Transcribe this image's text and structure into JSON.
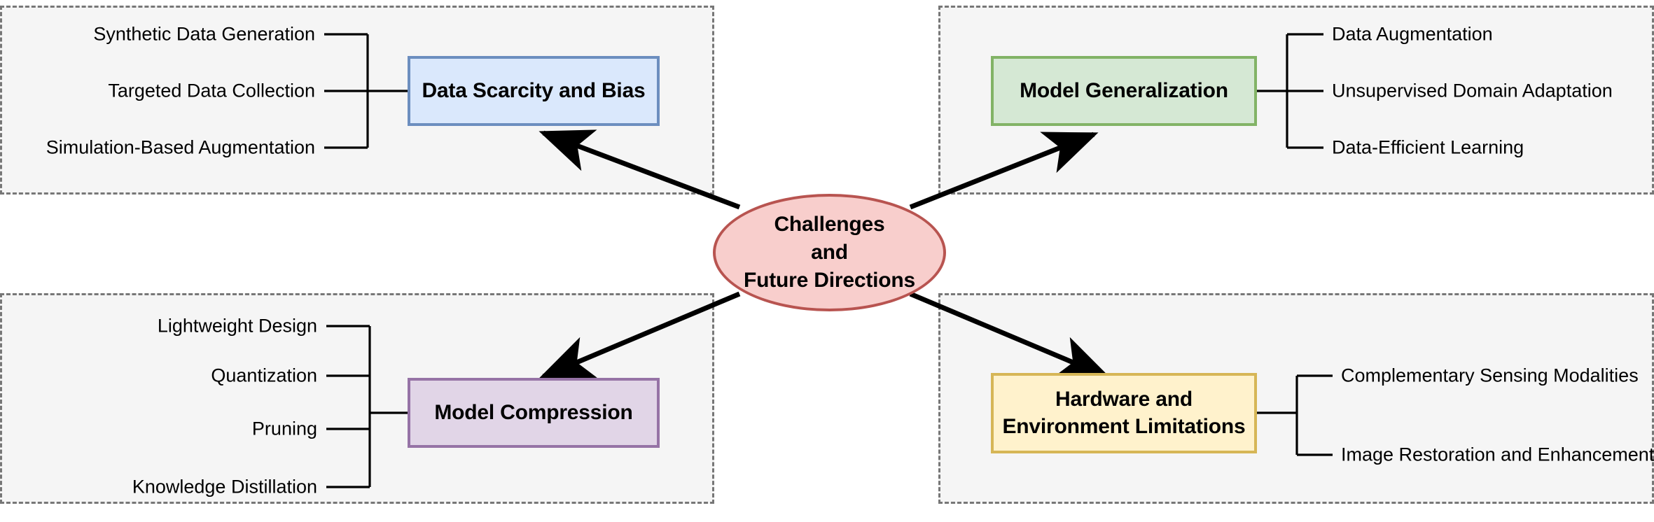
{
  "diagram": {
    "title": "Challenges and Future Directions",
    "center": {
      "label": "Challenges\nand\nFuture Directions",
      "fill": "#f8cecc",
      "stroke": "#b85450"
    },
    "quadrants": [
      {
        "id": "data-scarcity-and-bias",
        "node_label": "Data Scarcity and Bias",
        "fill": "#dae8fc",
        "stroke": "#6c8ebf",
        "leaves_side": "left",
        "leaves": [
          "Synthetic Data Generation",
          "Targeted Data Collection",
          "Simulation-Based Augmentation"
        ]
      },
      {
        "id": "model-generalization",
        "node_label": "Model Generalization",
        "fill": "#d5e8d4",
        "stroke": "#82b366",
        "leaves_side": "right",
        "leaves": [
          "Data Augmentation",
          "Unsupervised Domain Adaptation",
          "Data-Efficient Learning"
        ]
      },
      {
        "id": "model-compression",
        "node_label": "Model Compression",
        "fill": "#e1d5e7",
        "stroke": "#9673a6",
        "leaves_side": "left",
        "leaves": [
          "Lightweight Design",
          "Quantization",
          "Pruning",
          "Knowledge Distillation"
        ]
      },
      {
        "id": "hardware-and-environment-limitations",
        "node_label": "Hardware and\nEnvironment Limitations",
        "fill": "#fff2cc",
        "stroke": "#d6b656",
        "leaves_side": "right",
        "leaves": [
          "Complementary Sensing Modalities",
          "Image Restoration and Enhancement"
        ]
      }
    ],
    "group_background": "#f5f5f5",
    "group_border": "#777777",
    "connector_color": "#000000"
  }
}
